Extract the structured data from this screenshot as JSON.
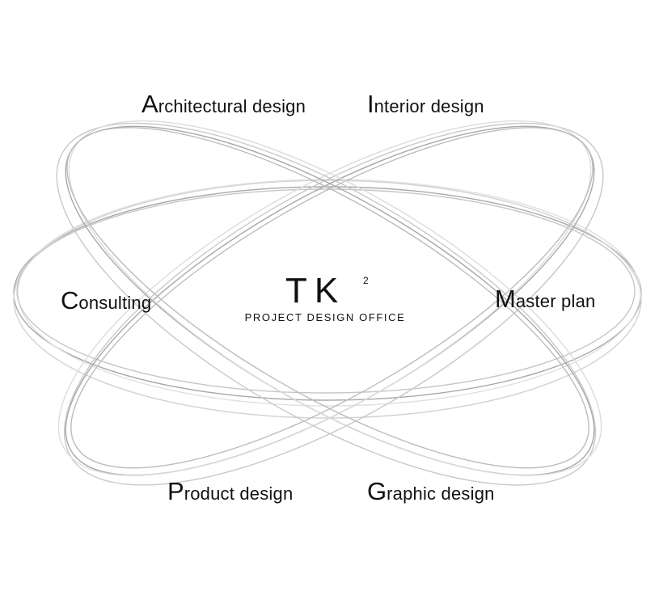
{
  "logo": {
    "mark": "TK",
    "superscript": "2",
    "tagline": "PROJECT DESIGN OFFICE"
  },
  "services": [
    {
      "id": "architectural-design",
      "initial": "A",
      "rest": "rchitectural design"
    },
    {
      "id": "interior-design",
      "initial": "I",
      "rest": "nterior design"
    },
    {
      "id": "consulting",
      "initial": "C",
      "rest": "onsulting"
    },
    {
      "id": "master-plan",
      "initial": "M",
      "rest": "aster plan"
    },
    {
      "id": "product-design",
      "initial": "P",
      "rest": "roduct design"
    },
    {
      "id": "graphic-design",
      "initial": "G",
      "rest": "raphic design"
    }
  ],
  "colors": {
    "background": "#ffffff",
    "text": "#111111",
    "orbit_dark": "#aaaaaa",
    "orbit_mid": "#c4c4c4",
    "orbit_light": "#dddddd"
  }
}
